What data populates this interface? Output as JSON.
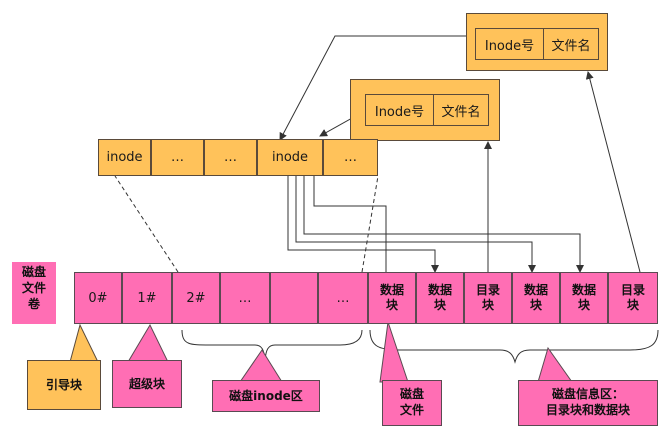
{
  "disk": {
    "label_l1": "磁盘",
    "label_l2": "文件",
    "label_l3": "卷",
    "cells": [
      "0#",
      "1#",
      "2#",
      "…",
      "",
      "…",
      "数据块",
      "数据块",
      "目录块",
      "数据块",
      "数据块",
      "目录块"
    ]
  },
  "inode_row": {
    "cells": [
      "inode",
      "…",
      "…",
      "inode",
      "…"
    ]
  },
  "dir_entry_top": {
    "inode": "Inode号",
    "name": "文件名"
  },
  "dir_entry_mid": {
    "inode": "Inode号",
    "name": "文件名"
  },
  "callouts": {
    "boot": "引导块",
    "super": "超级块",
    "inode_area": "磁盘inode区",
    "disk_file_l1": "磁盘",
    "disk_file_l2": "文件",
    "info_area_l1": "磁盘信息区：",
    "info_area_l2": "目录块和数据块"
  },
  "colors": {
    "pink": "#ff6eb4",
    "orange": "#ffc25a"
  }
}
